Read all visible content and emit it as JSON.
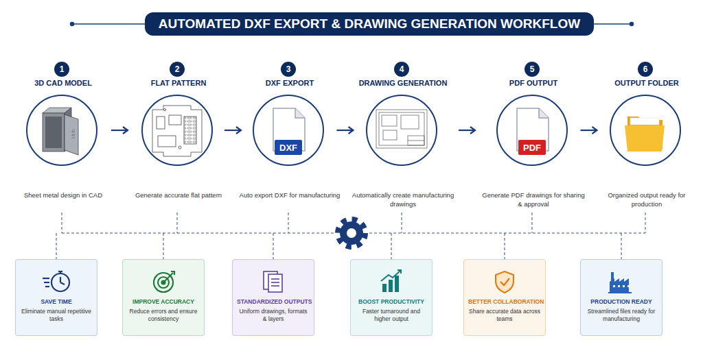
{
  "diagram": {
    "title": "AUTOMATED DXF EXPORT & DRAWING GENERATION WORKFLOW",
    "nodes": [
      {
        "text": [
          "1"
        ]
      },
      {
        "text": [
          "3D CAD MODEL",
          "Sheet metal design in CAD"
        ]
      },
      {
        "text": [
          "2"
        ]
      },
      {
        "text": [
          "FLAT PATTERN",
          "Generate accurate flat pattern"
        ]
      },
      {
        "text": [
          "3"
        ]
      },
      {
        "text": [
          "DXF EXPORT",
          "Auto export DXF for manufacturing"
        ]
      },
      {
        "text": [
          "4"
        ]
      },
      {
        "text": [
          "DRAWING GENERATION",
          "Automatically create manufacturing drawings"
        ]
      },
      {
        "text": [
          "5"
        ]
      },
      {
        "text": [
          "PDF OUTPUT",
          "Generate PDF drawings for sharing & approval"
        ]
      },
      {
        "text": [
          "6"
        ]
      },
      {
        "text": [
          "OUTPUT FOLDER",
          "Organized output ready for production"
        ]
      },
      {
        "text": [
          "SAVE TIME",
          "Eliminate manual repetitive tasks"
        ]
      },
      {
        "text": [
          "IMPROVE ACCURACY",
          "Reduce errors and ensure consistency"
        ]
      },
      {
        "text": [
          "STANDARDIZED OUTPUTS",
          "Uniform drawings, formats & layers"
        ]
      },
      {
        "text": [
          "BOOST PRODUCTIVITY",
          "Faster turnaround and higher output"
        ]
      },
      {
        "text": [
          "BETTER COLLABORATION",
          "Share accurate data across teams"
        ]
      },
      {
        "text": [
          "PRODUCTION READY",
          "Streamlined files ready for manufacturing"
        ]
      }
    ],
    "edges": [
      {
        "from": 1,
        "to": 3,
        "arrow": "to"
      },
      {
        "from": 3,
        "to": 5,
        "arrow": "to"
      },
      {
        "from": 5,
        "to": 7,
        "arrow": "to"
      },
      {
        "from": 7,
        "to": 9,
        "arrow": "to"
      },
      {
        "from": 9,
        "to": 11,
        "arrow": "to"
      }
    ],
    "labels": [
      "DXF",
      "PDF"
    ]
  }
}
